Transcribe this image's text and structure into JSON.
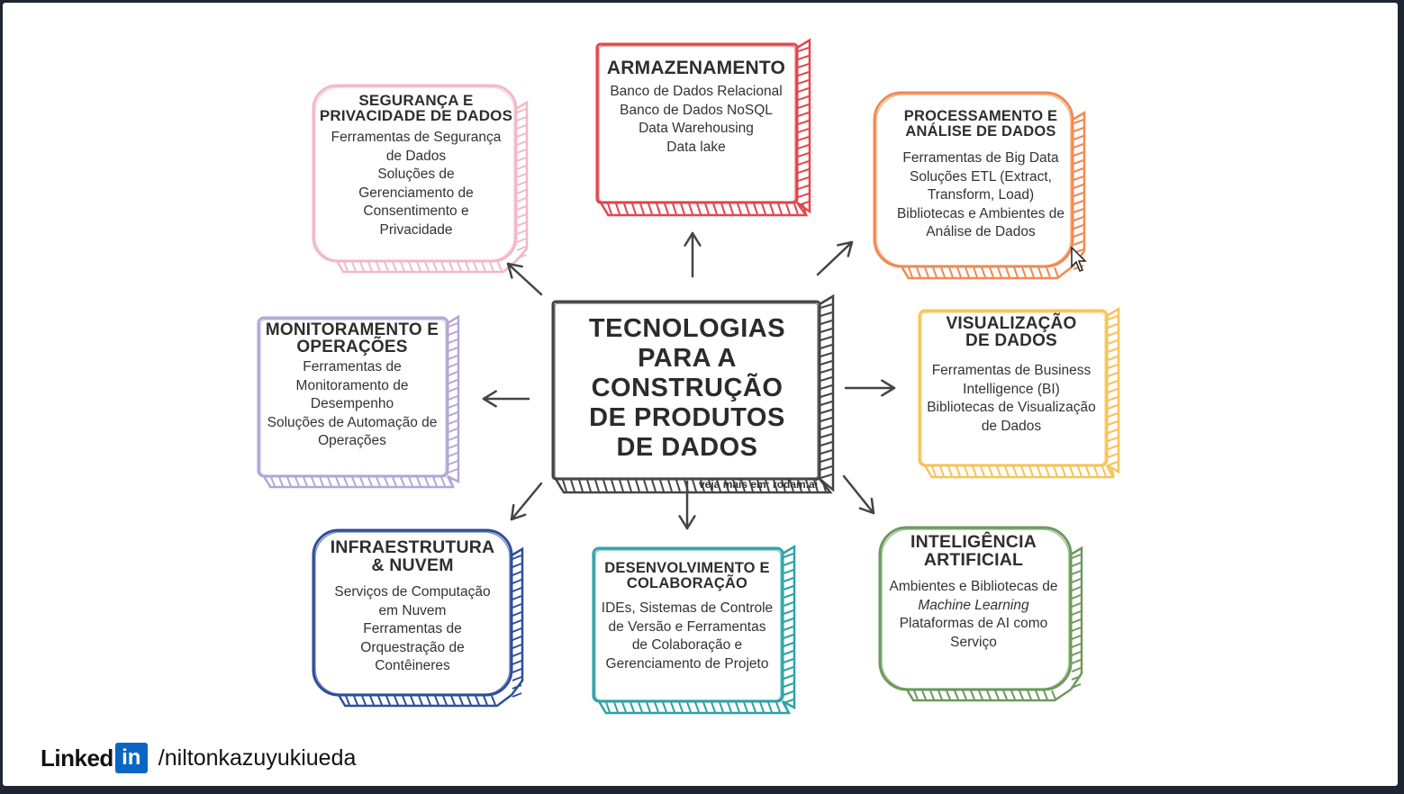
{
  "central": {
    "title_lines": [
      "TECNOLOGIAS",
      "PARA A",
      "CONSTRUÇÃO",
      "DE PRODUTOS",
      "DE DADOS"
    ],
    "note": "veja mais em: rodam.ai"
  },
  "cards": [
    {
      "id": "armazenamento",
      "color": "#e0474c",
      "title_lines": [
        "ARMAZENAMENTO"
      ],
      "lines": [
        "Banco de Dados Relacional",
        "Banco de Dados NoSQL",
        "Data Warehousing",
        "Data lake"
      ]
    },
    {
      "id": "seguranca",
      "color": "#f2b8c6",
      "title_lines": [
        "SEGURANÇA E",
        "PRIVACIDADE DE DADOS"
      ],
      "lines": [
        "Ferramentas de Segurança",
        "de Dados",
        "Soluções de",
        "Gerenciamento de",
        "Consentimento e",
        "Privacidade"
      ]
    },
    {
      "id": "processamento",
      "color": "#f08a52",
      "title_lines": [
        "PROCESSAMENTO E",
        "ANÁLISE DE DADOS"
      ],
      "lines": [
        "Ferramentas  de Big Data",
        "Soluções ETL (Extract,",
        "Transform, Load)",
        "Bibliotecas e Ambientes de",
        "Análise de Dados"
      ]
    },
    {
      "id": "monitoramento",
      "color": "#b4a6d6",
      "title_lines": [
        "MONITORAMENTO E",
        "OPERAÇÕES"
      ],
      "lines": [
        "Ferramentas de",
        "Monitoramento de",
        "Desempenho",
        "Soluções de Automação de",
        "Operações"
      ]
    },
    {
      "id": "visualizacao",
      "color": "#f7c35a",
      "title_lines": [
        "VISUALIZAÇÃO",
        "DE DADOS"
      ],
      "lines": [
        "Ferramentas de Business",
        "Intelligence (BI)",
        "Bibliotecas de Visualização",
        "de Dados"
      ]
    },
    {
      "id": "infraestrutura",
      "color": "#2e4f96",
      "title_lines": [
        "INFRAESTRUTURA",
        "& NUVEM"
      ],
      "lines": [
        "Serviços de Computação",
        "em Nuvem",
        "Ferramentas de",
        "Orquestração de",
        "Contêineres"
      ]
    },
    {
      "id": "desenvolvimento",
      "color": "#2ea3a8",
      "title_lines": [
        "DESENVOLVIMENTO E",
        "COLABORAÇÃO"
      ],
      "lines": [
        "IDEs, Sistemas de Controle",
        "de Versão e Ferramentas",
        "de Colaboração e",
        "Gerenciamento de Projeto"
      ]
    },
    {
      "id": "ia",
      "color": "#6b9a5a",
      "title_lines": [
        "INTELIGÊNCIA",
        "ARTIFICIAL"
      ],
      "lines": [
        "Ambientes e Bibliotecas de",
        "Machine Learning",
        "Plataformas de AI como",
        "Serviço"
      ],
      "italic_index": 1
    }
  ],
  "footer": {
    "linked": "Linked",
    "in": "in",
    "handle": "/niltonkazuyukiueda"
  }
}
